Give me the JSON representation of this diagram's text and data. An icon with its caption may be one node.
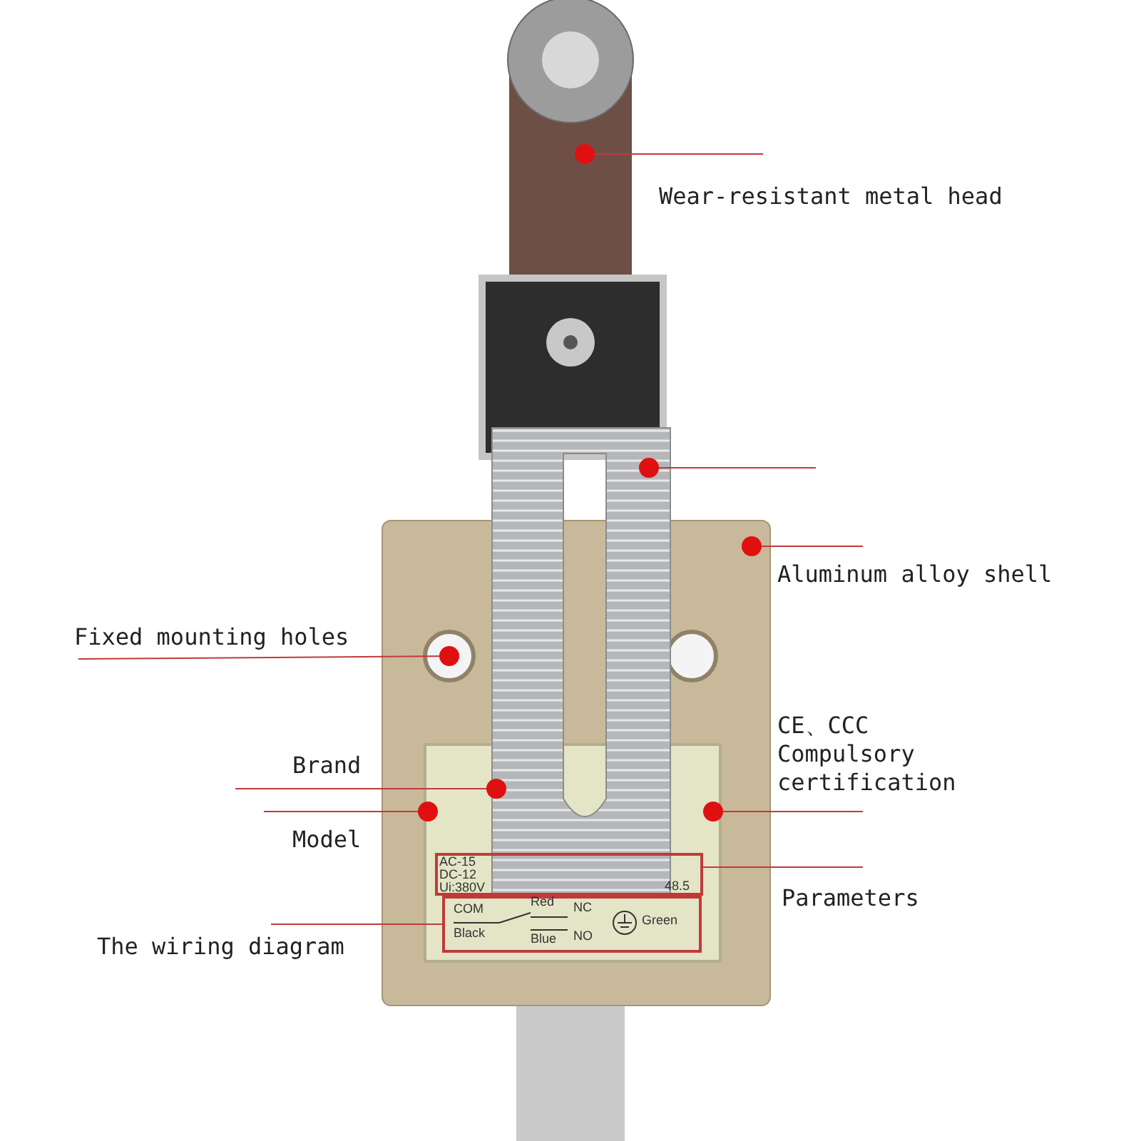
{
  "diagram": {
    "nodes": [
      {
        "text": [
          "Wear-resistant metal head"
        ]
      },
      {
        "text": [
          "Aluminum alloy shell"
        ]
      },
      {
        "text": [
          "Fixed mounting holes"
        ]
      },
      {
        "text": [
          "Brand"
        ]
      },
      {
        "text": [
          "Model"
        ]
      },
      {
        "text": [
          "CE、CCC Compulsory certification"
        ]
      },
      {
        "text": [
          "Parameters"
        ]
      },
      {
        "text": [],
        "shape": "box"
      },
      {
        "text": [
          "The wiring diagram"
        ]
      },
      {
        "text": [],
        "shape": "box"
      }
    ],
    "edges": [
      {
        "from": 0,
        "to": null,
        "arrow": "other"
      },
      {
        "from": 1,
        "to": null,
        "arrow": "other"
      },
      {
        "from": 2,
        "to": null,
        "arrow": "other"
      },
      {
        "from": 3,
        "to": null,
        "arrow": "other"
      },
      {
        "from": 4,
        "to": null,
        "arrow": "other"
      },
      {
        "from": 5,
        "to": null,
        "arrow": "other"
      },
      {
        "from": 6,
        "to": 7,
        "arrow": "none"
      },
      {
        "from": 8,
        "to": 9,
        "arrow": "none"
      }
    ],
    "labels": [
      "AC-15",
      "DC-12",
      "Ui:380V",
      "48.5",
      "COM",
      "Red",
      "NC",
      "Black",
      "Blue",
      "NO",
      "Green"
    ]
  }
}
